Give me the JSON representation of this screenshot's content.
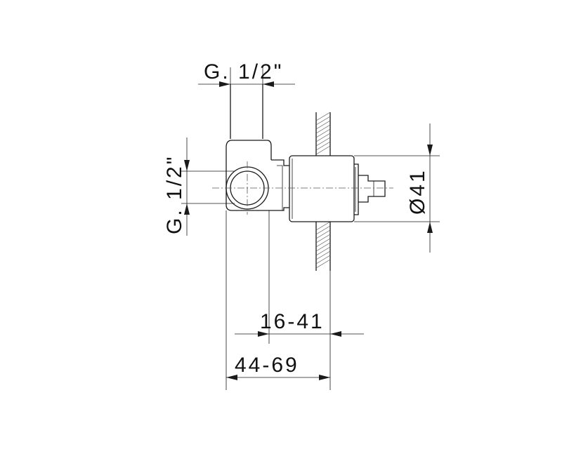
{
  "dimensions": {
    "top_thread": "G. 1/2\"",
    "side_thread": "G. 1/2\"",
    "diameter": "Ø41",
    "wall_depth": "16-41",
    "total_depth": "44-69"
  },
  "colors": {
    "line": "#1a1a1a",
    "background": "#ffffff"
  }
}
